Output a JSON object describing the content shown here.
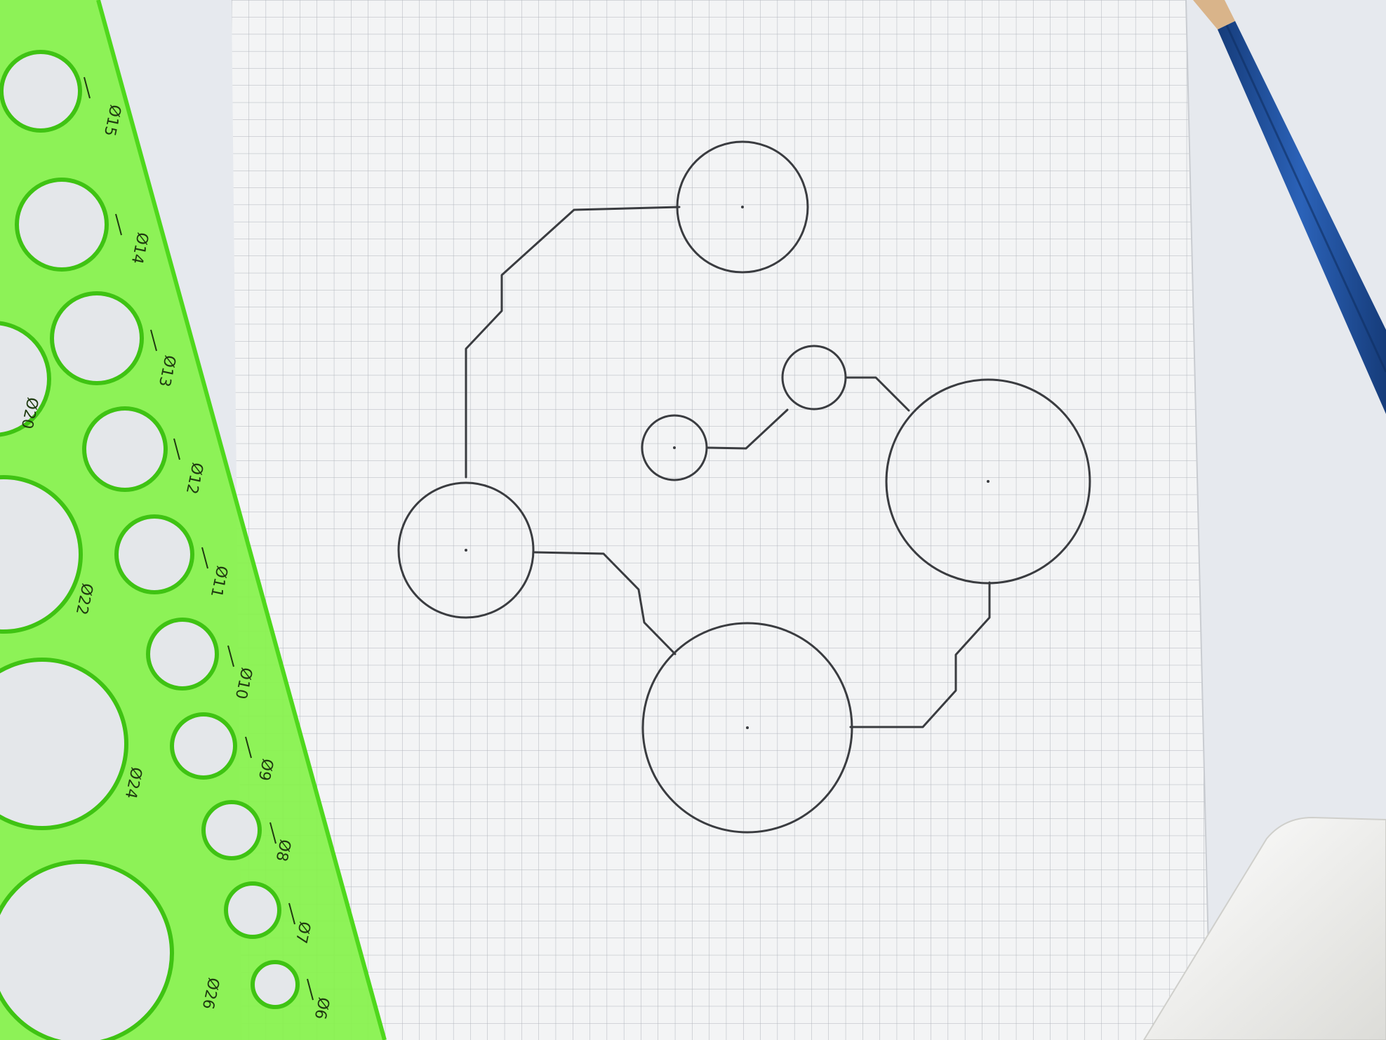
{
  "photo": {
    "subject": "pencil sketch of circles joined by stepped lines on graph paper",
    "colors": {
      "table": "#e8ebef",
      "paper": "#f4f5f6",
      "grid": "#9aa0a8",
      "pencil_line": "#3a3c40",
      "stencil": "#86f24a",
      "stencil_edge": "#4fd81c",
      "pencil_body": "#1f4f9a",
      "pencil_wood": "#d9b48a",
      "eraser": "#f2f2ef"
    }
  },
  "stencil": {
    "labels": [
      "Ø15",
      "Ø14",
      "Ø13",
      "Ø12",
      "Ø11",
      "Ø10",
      "Ø9",
      "Ø8",
      "Ø7",
      "Ø6",
      "Ø20",
      "Ø22",
      "Ø24",
      "Ø26"
    ]
  }
}
